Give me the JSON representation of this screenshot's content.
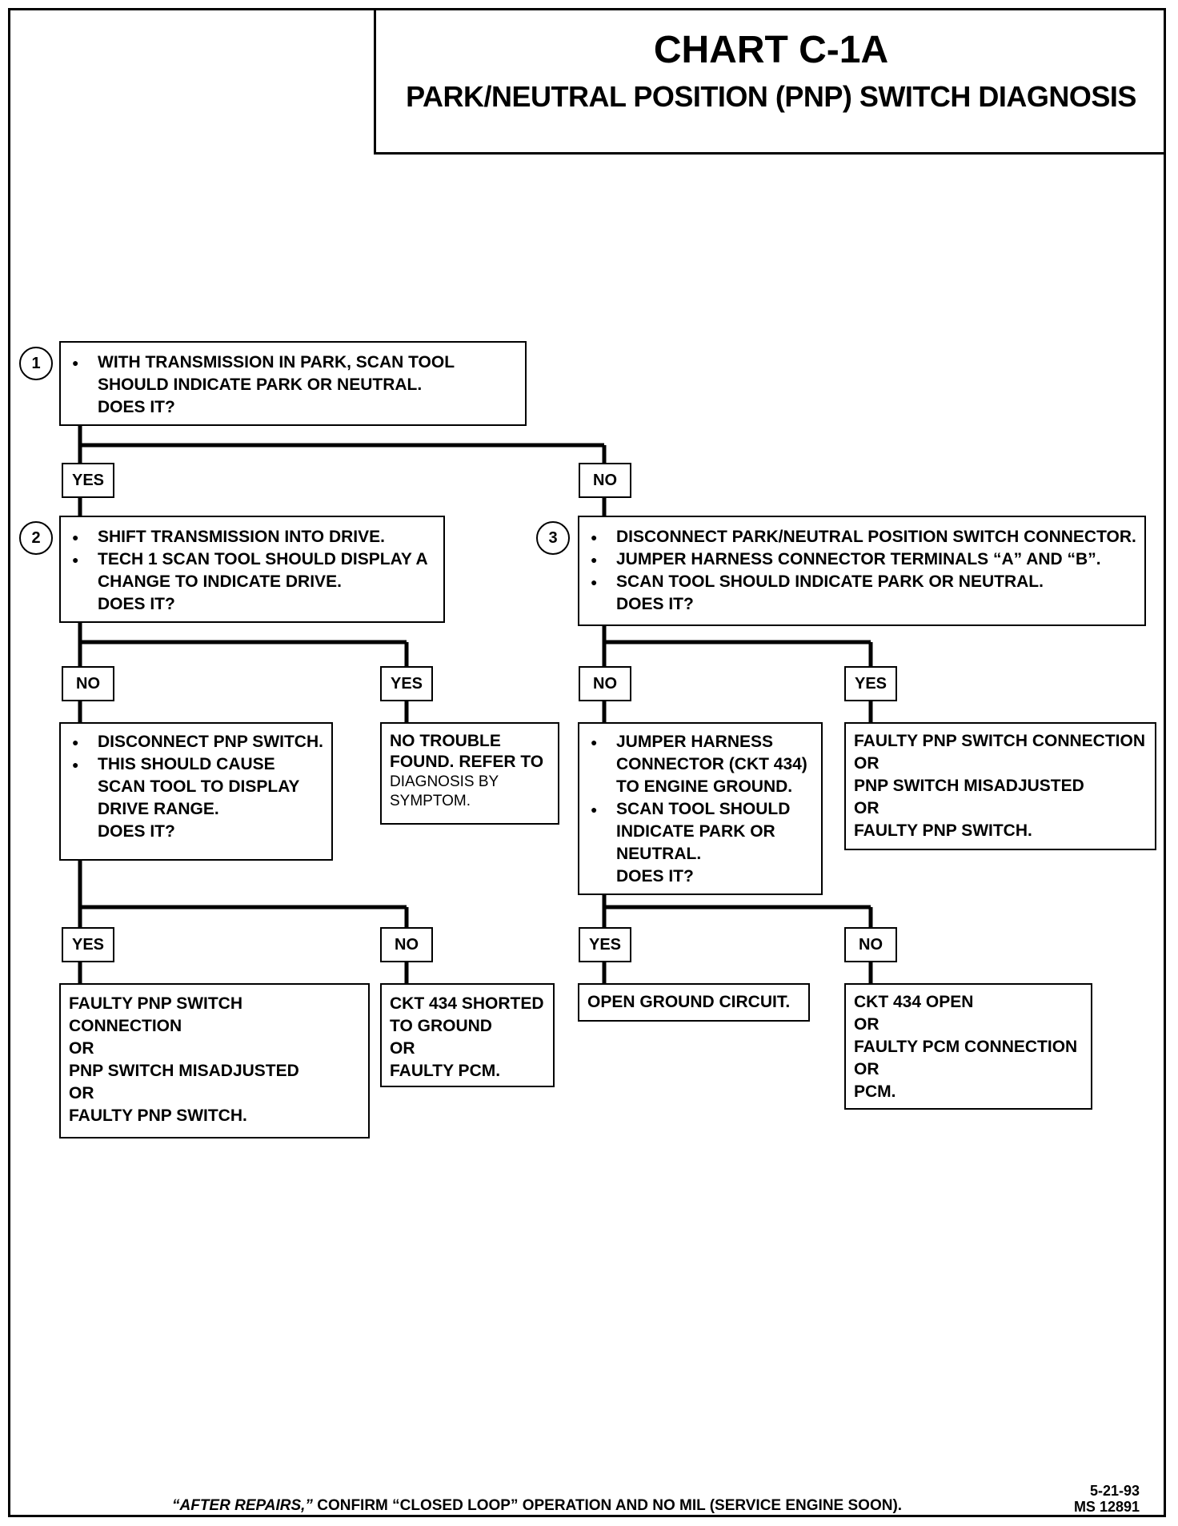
{
  "header": {
    "title": "CHART C-1A",
    "subtitle": "PARK/NEUTRAL POSITION (PNP) SWITCH DIAGNOSIS"
  },
  "steps": {
    "s1": {
      "number": "1",
      "bullets": [
        "WITH TRANSMISSION IN PARK, SCAN TOOL SHOULD INDICATE PARK OR NEUTRAL."
      ],
      "question": "DOES IT?"
    },
    "s2": {
      "number": "2",
      "bullets": [
        "SHIFT TRANSMISSION INTO DRIVE.",
        "TECH 1 SCAN TOOL SHOULD DISPLAY A CHANGE TO INDICATE DRIVE."
      ],
      "question": "DOES IT?"
    },
    "s3": {
      "number": "3",
      "bullets": [
        "DISCONNECT PARK/NEUTRAL POSITION SWITCH CONNECTOR.",
        "JUMPER HARNESS CONNECTOR TERMINALS “A” AND “B”.",
        "SCAN TOOL SHOULD INDICATE PARK OR NEUTRAL."
      ],
      "question": "DOES IT?"
    },
    "s2no": {
      "bullets": [
        "DISCONNECT PNP SWITCH.",
        "THIS SHOULD CAUSE SCAN TOOL TO DISPLAY DRIVE RANGE."
      ],
      "question": "DOES IT?"
    },
    "s3no": {
      "bullets": [
        "JUMPER HARNESS CONNECTOR (CKT 434) TO ENGINE GROUND.",
        "SCAN TOOL SHOULD INDICATE PARK OR NEUTRAL."
      ],
      "question": "DOES IT?"
    }
  },
  "results": {
    "no_trouble": {
      "line1": "NO TROUBLE",
      "line2": "FOUND.  REFER TO",
      "line3": "DIAGNOSIS BY",
      "line4": "SYMPTOM."
    },
    "s3_yes": [
      "FAULTY PNP SWITCH CONNECTION",
      "OR",
      "PNP SWITCH MISADJUSTED",
      "OR",
      "FAULTY PNP SWITCH."
    ],
    "s2no_yes": [
      "FAULTY PNP SWITCH",
      "CONNECTION",
      "OR",
      "PNP SWITCH MISADJUSTED",
      "OR",
      "FAULTY PNP SWITCH."
    ],
    "s2no_no": [
      "CKT 434 SHORTED",
      "TO GROUND",
      "OR",
      "FAULTY PCM."
    ],
    "s3no_yes": [
      "OPEN GROUND CIRCUIT."
    ],
    "s3no_no": [
      "CKT 434 OPEN",
      "OR",
      "FAULTY PCM CONNECTION",
      "OR",
      "PCM."
    ]
  },
  "labels": {
    "yes": "YES",
    "no": "NO"
  },
  "footer": {
    "after_repairs": "“AFTER REPAIRS,”",
    "rest": " CONFIRM “CLOSED LOOP” OPERATION AND NO MIL (SERVICE ENGINE SOON).",
    "date": "5-21-93",
    "ref": "MS 12891"
  }
}
